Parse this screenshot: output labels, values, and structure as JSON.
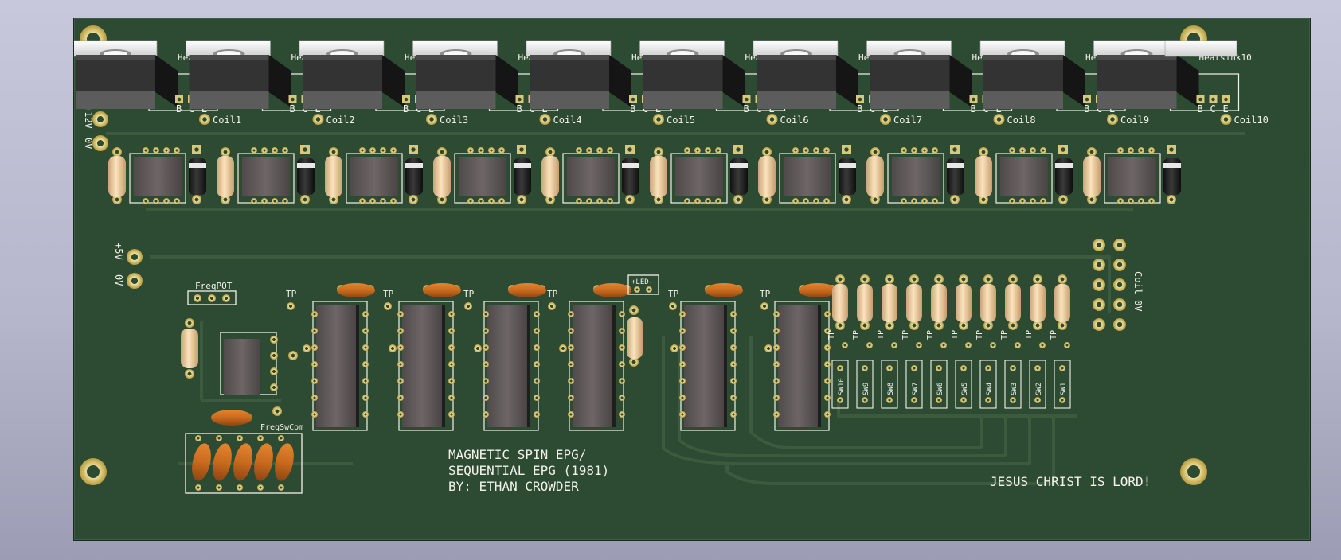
{
  "board": {
    "title_lines": [
      "MAGNETIC SPIN EPG/",
      "SEQUENTIAL EPG (1981)",
      "BY: ETHAN CROWDER"
    ],
    "slogan": "JESUS CHRIST IS LORD!",
    "colors": {
      "substrate": "#2d4a32",
      "silkscreen": "#f2f2ea",
      "pad": "#d9c77a",
      "background": "#b6b6cc"
    }
  },
  "labels": {
    "power_12v": "+12V",
    "power_0v": "0V",
    "power_5v": "+5V",
    "power_0v_low": "0V",
    "coil_0v": "Coil 0V",
    "freq_pot": "FreqPOT",
    "freq_sw_com": "FreqSwCom",
    "led": "+LED-",
    "tp": "TP",
    "transistor_pins": [
      "B",
      "C",
      "E"
    ],
    "heatsinks": [
      "Heatsink1",
      "Heatsink2",
      "Heatsink3",
      "Heatsink4",
      "Heatsink5",
      "Heatsink6",
      "Heatsink7",
      "Heatsink8",
      "Heatsink9",
      "Heatsink10"
    ],
    "coils": [
      "Coil1",
      "Coil2",
      "Coil3",
      "Coil4",
      "Coil5",
      "Coil6",
      "Coil7",
      "Coil8",
      "Coil9",
      "Coil10"
    ],
    "switches": [
      "SW10",
      "SW9",
      "SW8",
      "SW7",
      "SW6",
      "SW5",
      "SW4",
      "SW3",
      "SW2",
      "SW1"
    ]
  }
}
